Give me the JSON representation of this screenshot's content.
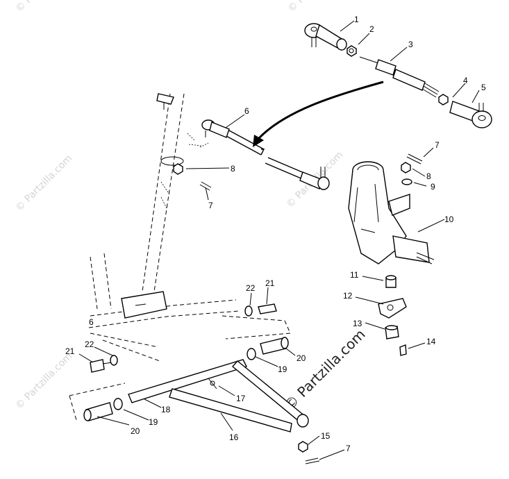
{
  "watermarks": {
    "small": "© Partzilla.com",
    "center": "© Partzilla.com"
  },
  "callouts": [
    {
      "id": "1",
      "label": "1"
    },
    {
      "id": "2",
      "label": "2"
    },
    {
      "id": "3",
      "label": "3"
    },
    {
      "id": "4",
      "label": "4"
    },
    {
      "id": "5",
      "label": "5"
    },
    {
      "id": "6",
      "label": "6"
    },
    {
      "id": "7a",
      "label": "7"
    },
    {
      "id": "7b",
      "label": "7"
    },
    {
      "id": "7c",
      "label": "7"
    },
    {
      "id": "8a",
      "label": "8"
    },
    {
      "id": "8b",
      "label": "8"
    },
    {
      "id": "9",
      "label": "9"
    },
    {
      "id": "10",
      "label": "10"
    },
    {
      "id": "11",
      "label": "11"
    },
    {
      "id": "12",
      "label": "12"
    },
    {
      "id": "13",
      "label": "13"
    },
    {
      "id": "14",
      "label": "14"
    },
    {
      "id": "15",
      "label": "15"
    },
    {
      "id": "16",
      "label": "16"
    },
    {
      "id": "17",
      "label": "17"
    },
    {
      "id": "18",
      "label": "18"
    },
    {
      "id": "19a",
      "label": "19"
    },
    {
      "id": "19b",
      "label": "19"
    },
    {
      "id": "20a",
      "label": "20"
    },
    {
      "id": "20b",
      "label": "20"
    },
    {
      "id": "21a",
      "label": "21"
    },
    {
      "id": "21b",
      "label": "21"
    },
    {
      "id": "22a",
      "label": "22"
    },
    {
      "id": "22b",
      "label": "22"
    },
    {
      "id": "6b",
      "label": "6"
    }
  ]
}
